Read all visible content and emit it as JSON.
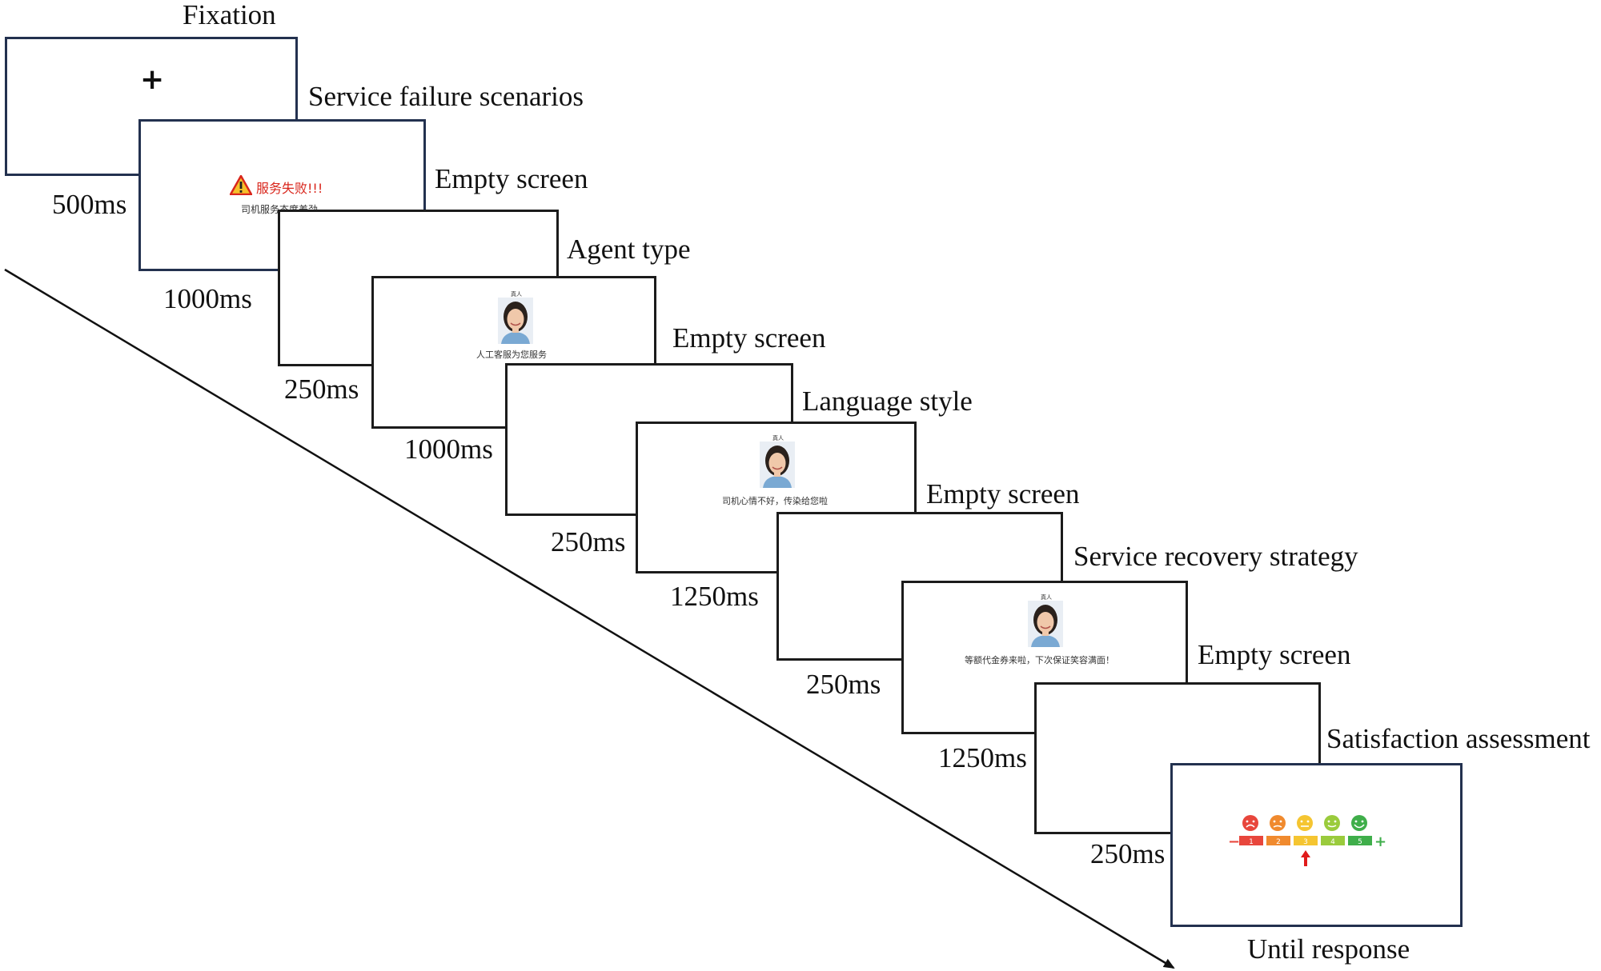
{
  "steps": {
    "fixation": {
      "title": "Fixation",
      "duration": "500ms",
      "symbol": "+"
    },
    "failure": {
      "title": "Service failure scenarios",
      "duration": "1000ms",
      "headline": "服务失败!!!",
      "subtitle": "司机服务态度差劲"
    },
    "empty1": {
      "title": "Empty screen",
      "duration": "250ms"
    },
    "agent": {
      "title": "Agent type",
      "duration": "1000ms",
      "tag": "真人",
      "caption": "人工客服为您服务"
    },
    "empty2": {
      "title": "Empty screen",
      "duration": "250ms"
    },
    "language": {
      "title": "Language style",
      "duration": "1250ms",
      "tag": "真人",
      "caption": "司机心情不好，传染给您啦"
    },
    "empty3": {
      "title": "Empty screen",
      "duration": "250ms"
    },
    "recovery": {
      "title": "Service recovery strategy",
      "duration": "1250ms",
      "tag": "真人",
      "caption": "等额代金券来啦，下次保证笑容满面！"
    },
    "empty4": {
      "title": "Empty screen",
      "duration": "250ms"
    },
    "satisfaction": {
      "title": "Satisfaction assessment",
      "duration": "Until response",
      "minus": "−",
      "plus": "+",
      "scale": [
        "1",
        "2",
        "3",
        "4",
        "5"
      ],
      "colors": [
        "#e8463c",
        "#f08a2e",
        "#f5c531",
        "#9acb3c",
        "#3fae4a"
      ]
    }
  },
  "colors": {
    "warning": "#d9261c",
    "arrow": "#e01b1b",
    "frame": "#1b1b1b",
    "frame_blue": "#23314f"
  }
}
